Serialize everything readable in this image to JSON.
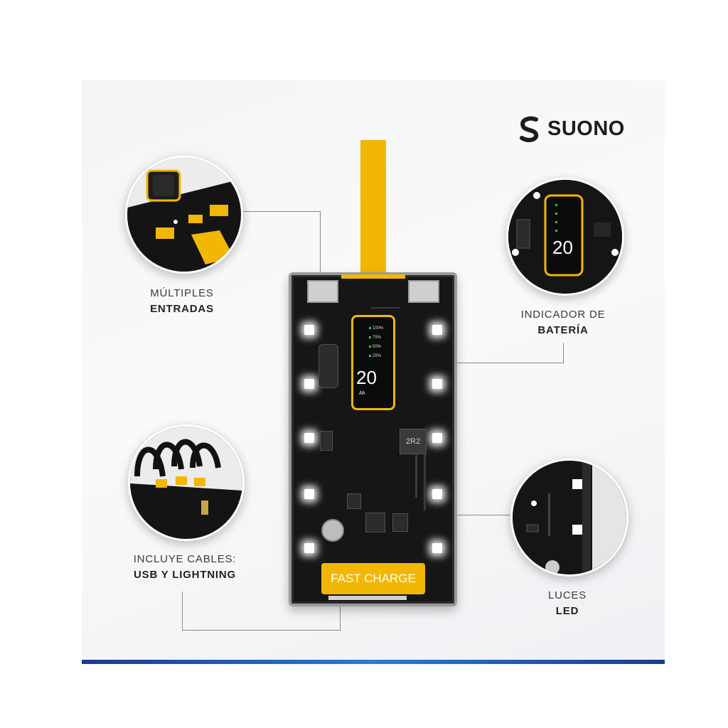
{
  "brand": {
    "name": "SUONO",
    "logo_icon": "s-wave-icon"
  },
  "product": {
    "badge_label": "FAST CHARGE",
    "display": {
      "capacity": "20",
      "unit": "Ah",
      "levels": [
        "100%",
        "75%",
        "50%",
        "25%"
      ]
    },
    "inductor_label": "2R2"
  },
  "callouts": {
    "inputs": {
      "line1": "MÚLTIPLES",
      "line2": "ENTRADAS"
    },
    "battery": {
      "line1": "INDICADOR DE",
      "line2": "BATERÍA"
    },
    "cables": {
      "line1": "INCLUYE CABLES:",
      "line2": "USB Y LIGHTNING"
    },
    "leds": {
      "line1": "LUCES",
      "line2": "LED"
    }
  },
  "colors": {
    "accent_yellow": "#f2b705",
    "bar_blue": "#2a7bd6",
    "board_black": "#161616"
  }
}
